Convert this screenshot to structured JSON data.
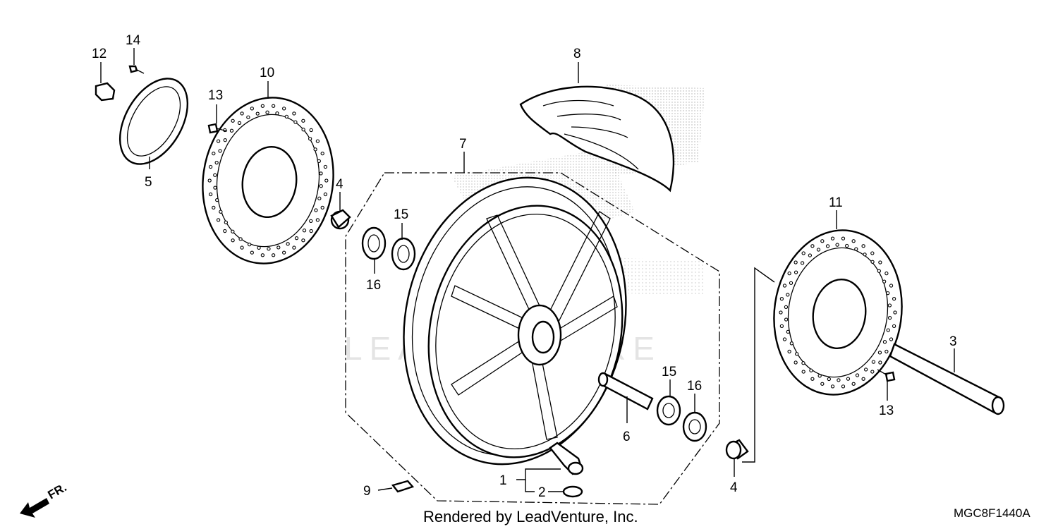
{
  "callouts": {
    "c1": "1",
    "c2": "2",
    "c3": "3",
    "c4a": "4",
    "c4b": "4",
    "c5": "5",
    "c6": "6",
    "c7": "7",
    "c8": "8",
    "c9": "9",
    "c10": "10",
    "c11": "11",
    "c12": "12",
    "c13a": "13",
    "c13b": "13",
    "c14": "14",
    "c15a": "15",
    "c15b": "15",
    "c16a": "16",
    "c16b": "16"
  },
  "watermark": "LEADVENTURE",
  "footer": "Rendered by LeadVenture, Inc.",
  "diagram_code": "MGC8F1440A",
  "front_indicator": "FR.",
  "icons": [
    "front-arrow-icon"
  ]
}
